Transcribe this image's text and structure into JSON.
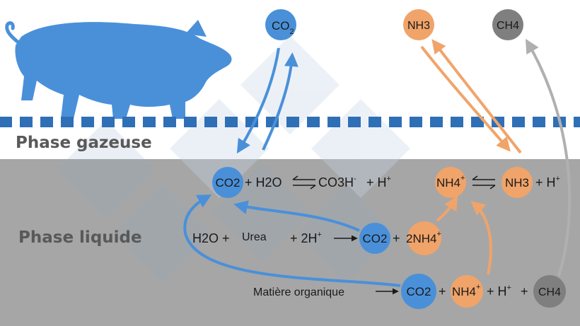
{
  "colors": {
    "sky": "#ffffff",
    "liquid": "#a6a6a6",
    "blue": "#4a90d9",
    "orange": "#f0a46a",
    "gray_molecule": "#7f7f7f",
    "dash": "#2f6fb6",
    "watermark": "#8aa6c8"
  },
  "labels": {
    "gas_phase": "Phase gazeuse",
    "liquid_phase": "Phase liquide"
  },
  "gas": {
    "co2": {
      "main": "CO",
      "sub": "2"
    },
    "nh3": "NH3",
    "ch4": "CH4"
  },
  "eq1": {
    "co2": "CO2",
    "plus_h2o": "+ H2O",
    "co3h": "CO3H",
    "minus": "-",
    "plus_h": "+ H",
    "plus_sign": "+"
  },
  "eq_nh": {
    "nh4": "NH4",
    "nh4_charge": "+",
    "nh3": "NH3",
    "plus_h": "+ H",
    "plus_sign": "+"
  },
  "eq2": {
    "h2o_plus": "H2O +",
    "urea": "Urea",
    "plus_2h": "+ 2H",
    "plus_sign": "+",
    "co2": "CO2",
    "plus": "+",
    "nh4_2": "2NH4",
    "nh4_charge": "+"
  },
  "eq3": {
    "organic": "Matière organique",
    "co2": "CO2",
    "plus1": "+",
    "nh4": "NH4",
    "nh4_charge": "+",
    "plus_h": "+ H",
    "plus_sign": "+",
    "plus2": "+",
    "ch4": "CH4"
  }
}
